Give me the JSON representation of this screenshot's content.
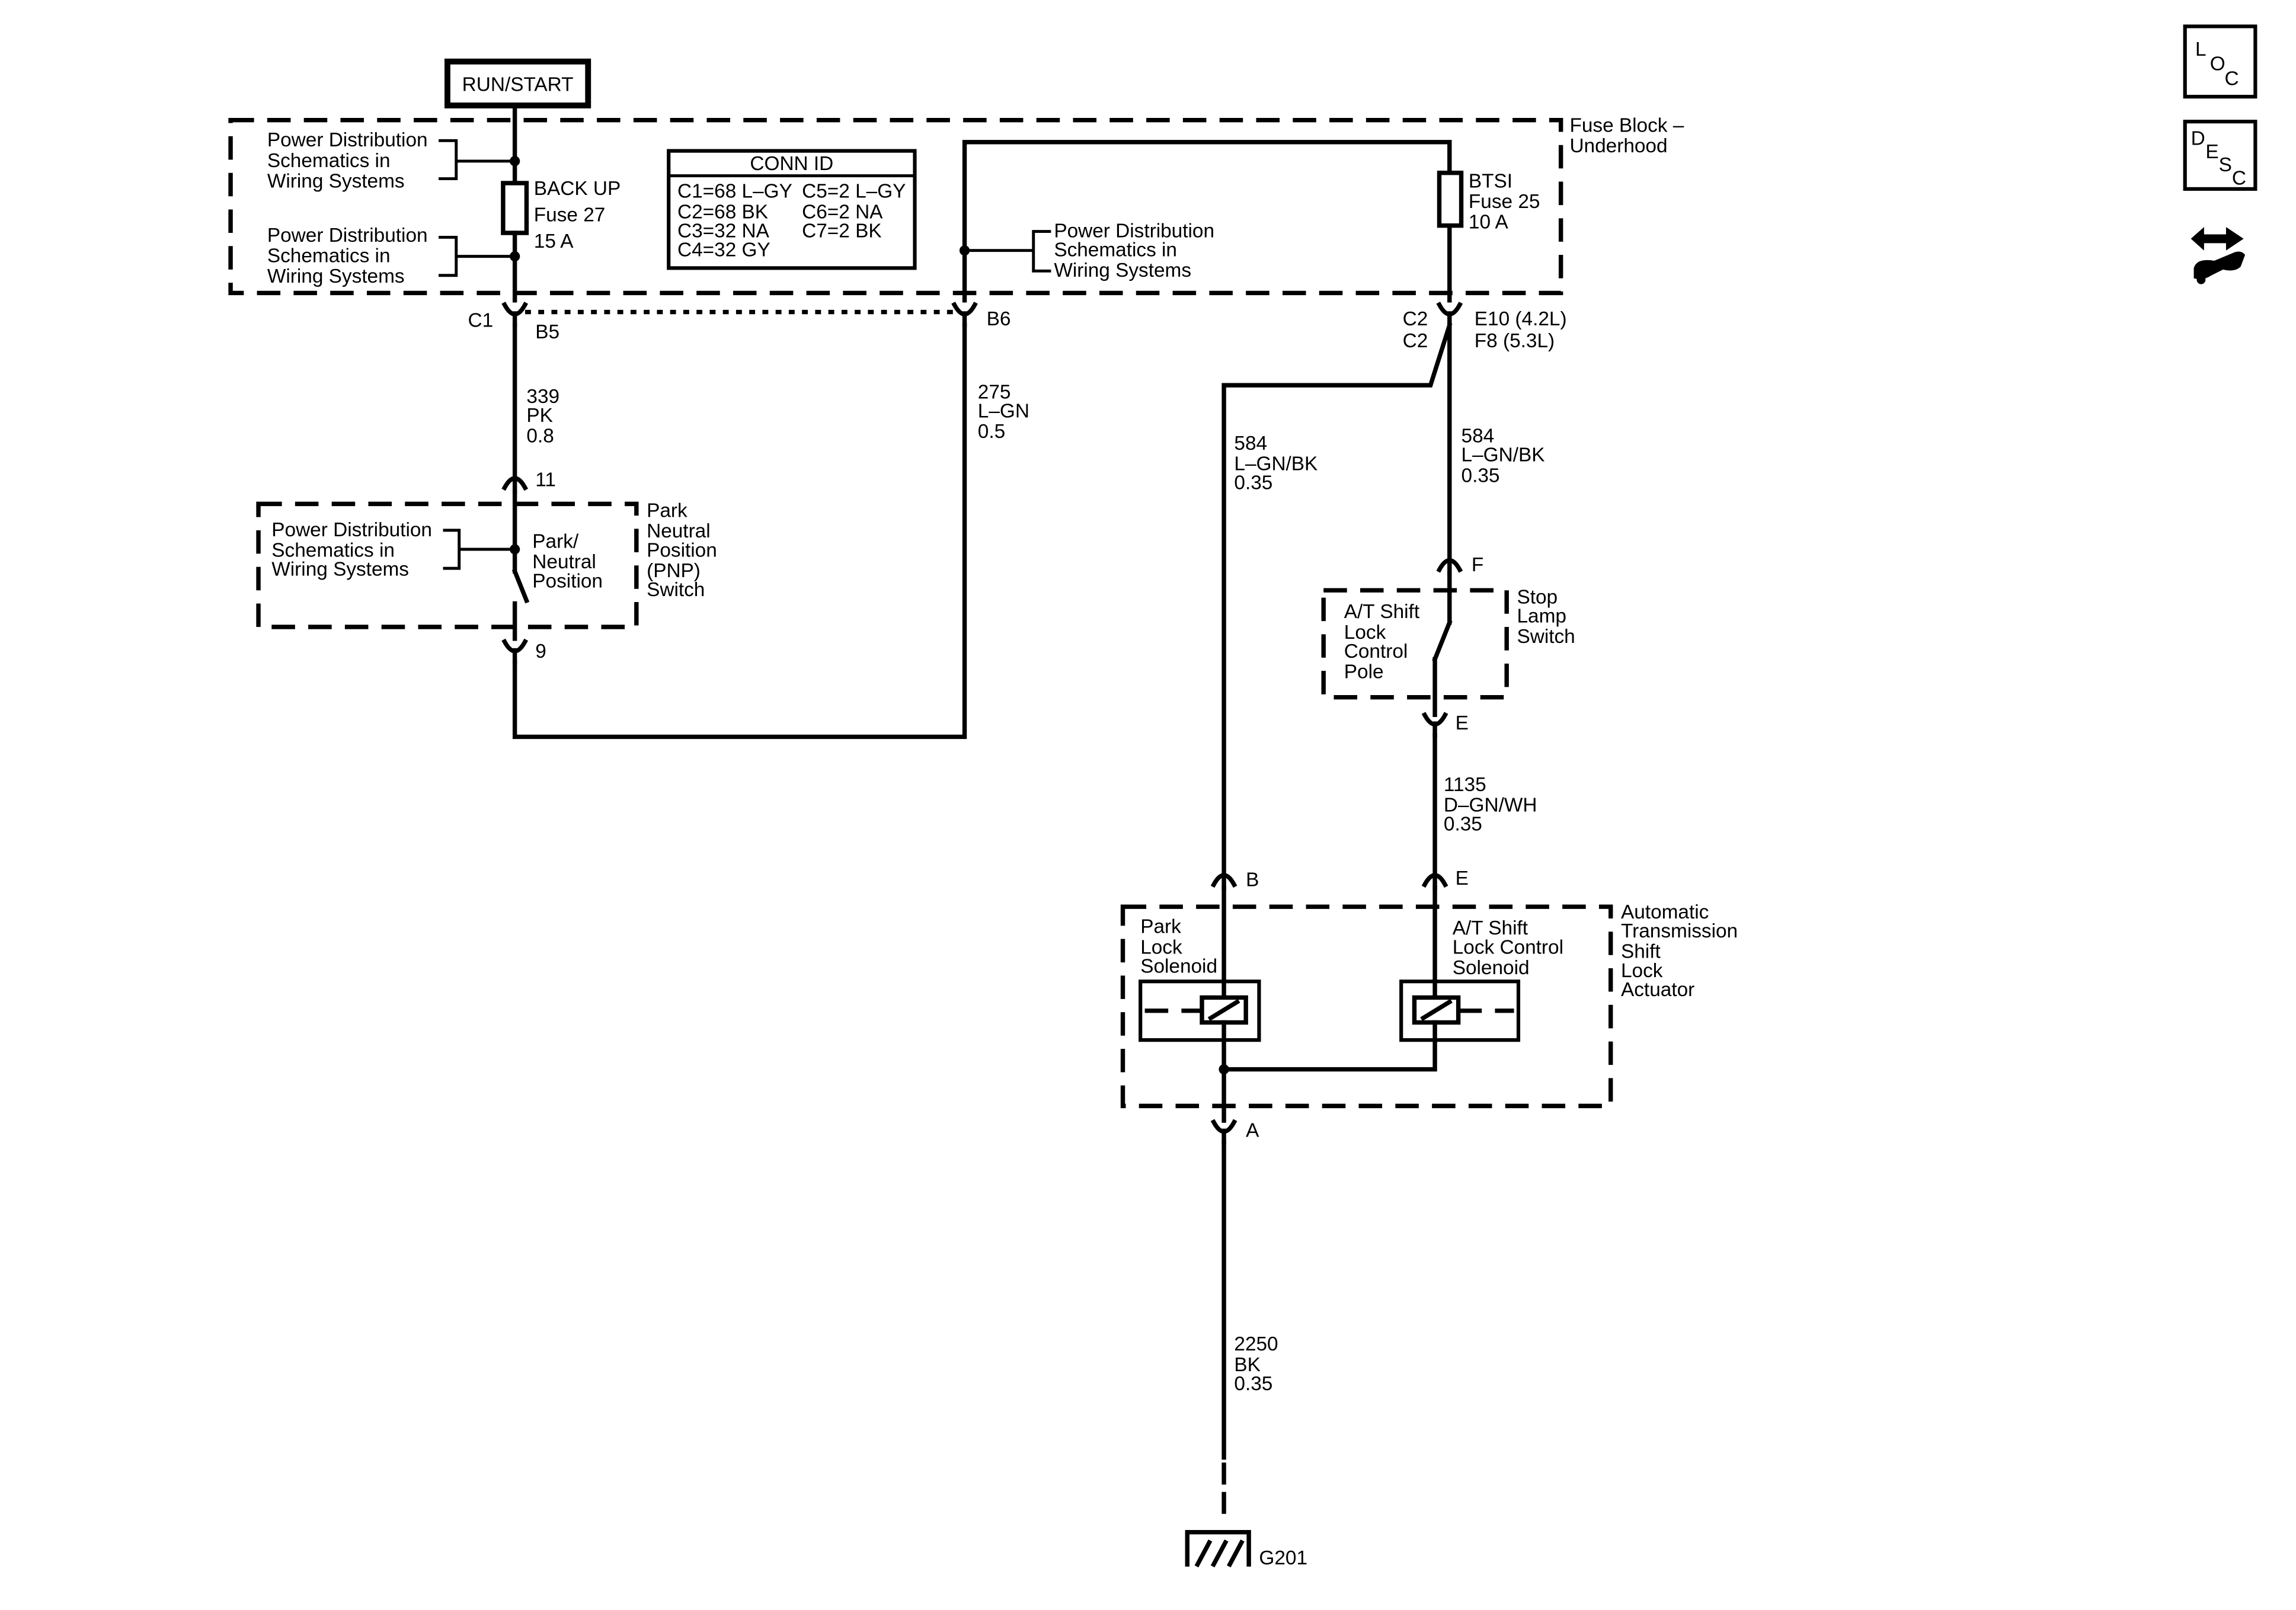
{
  "run_start_label": "RUN/START",
  "fuse_block": {
    "label_line1": "Fuse Block –",
    "label_line2": "Underhood"
  },
  "pds": {
    "line1": "Power Distribution",
    "line2": "Schematics in",
    "line3": "Wiring Systems"
  },
  "fuse_backup": {
    "line1": "BACK UP",
    "line2": "Fuse 27",
    "line3": "15 A"
  },
  "fuse_btsi": {
    "line1": "BTSI",
    "line2": "Fuse 25",
    "line3": "10 A"
  },
  "conn_id": {
    "title": "CONN ID",
    "rows": [
      [
        "C1=68 L–GY",
        "C5=2 L–GY"
      ],
      [
        "C2=68 BK",
        "C6=2 NA"
      ],
      [
        "C3=32 NA",
        "C7=2 BK"
      ],
      [
        "C4=32 GY",
        ""
      ]
    ]
  },
  "connectors": {
    "c1": "C1",
    "b5": "B5",
    "b6": "B6",
    "c2a": "C2",
    "c2b": "C2",
    "e10": "E10 (4.2L)",
    "f8": "F8 (5.3L)",
    "pin11": "11",
    "pin9": "9",
    "pinF": "F",
    "pinE1": "E",
    "pinB": "B",
    "pinE2": "E",
    "pinA": "A"
  },
  "wires": {
    "w339": {
      "circuit": "339",
      "color": "PK",
      "size": "0.8"
    },
    "w275": {
      "circuit": "275",
      "color": "L–GN",
      "size": "0.5"
    },
    "w584a": {
      "circuit": "584",
      "color": "L–GN/BK",
      "size": "0.35"
    },
    "w584b": {
      "circuit": "584",
      "color": "L–GN/BK",
      "size": "0.35"
    },
    "w1135": {
      "circuit": "1135",
      "color": "D–GN/WH",
      "size": "0.35"
    },
    "w2250": {
      "circuit": "2250",
      "color": "BK",
      "size": "0.35"
    }
  },
  "pnp": {
    "contact_line1": "Park/",
    "contact_line2": "Neutral",
    "contact_line3": "Position",
    "name_line1": "Park",
    "name_line2": "Neutral",
    "name_line3": "Position",
    "name_line4": "(PNP)",
    "name_line5": "Switch"
  },
  "stop_lamp": {
    "pole_line1": "A/T Shift",
    "pole_line2": "Lock",
    "pole_line3": "Control",
    "pole_line4": "Pole",
    "name_line1": "Stop",
    "name_line2": "Lamp",
    "name_line3": "Switch"
  },
  "actuator": {
    "name_line1": "Automatic",
    "name_line2": "Transmission",
    "name_line3": "Shift",
    "name_line4": "Lock",
    "name_line5": "Actuator",
    "park_line1": "Park",
    "park_line2": "Lock",
    "park_line3": "Solenoid",
    "at_line1": "A/T Shift",
    "at_line2": "Lock Control",
    "at_line3": "Solenoid"
  },
  "ground": {
    "label": "G201"
  },
  "side_icons": {
    "loc": {
      "l": "L",
      "o": "O",
      "c": "C"
    },
    "desc": {
      "d": "D",
      "e": "E",
      "s": "S",
      "c": "C"
    },
    "third": "wrench-arrows-icon"
  }
}
